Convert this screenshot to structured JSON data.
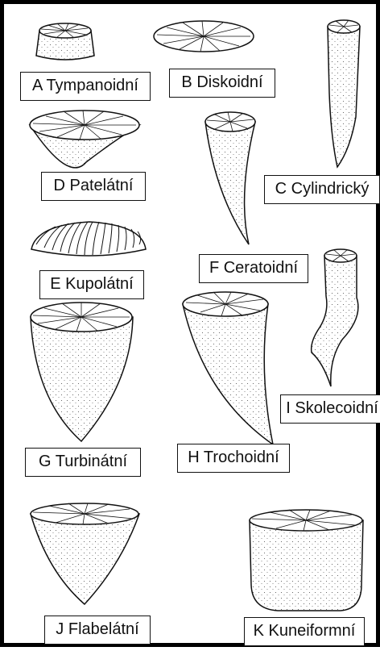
{
  "figure": {
    "labels": {
      "a": "A Tympanoidní",
      "b": "B Diskoidní",
      "c": "C Cylindrický",
      "d": "D Patelátní",
      "e": "E Kupolátní",
      "f": "F Ceratoidní",
      "g": "G Turbinátní",
      "h": "H Trochoidní",
      "i": "I Skolecoidní",
      "j": "J Flabelátní",
      "k": "K Kuneiformní"
    }
  }
}
